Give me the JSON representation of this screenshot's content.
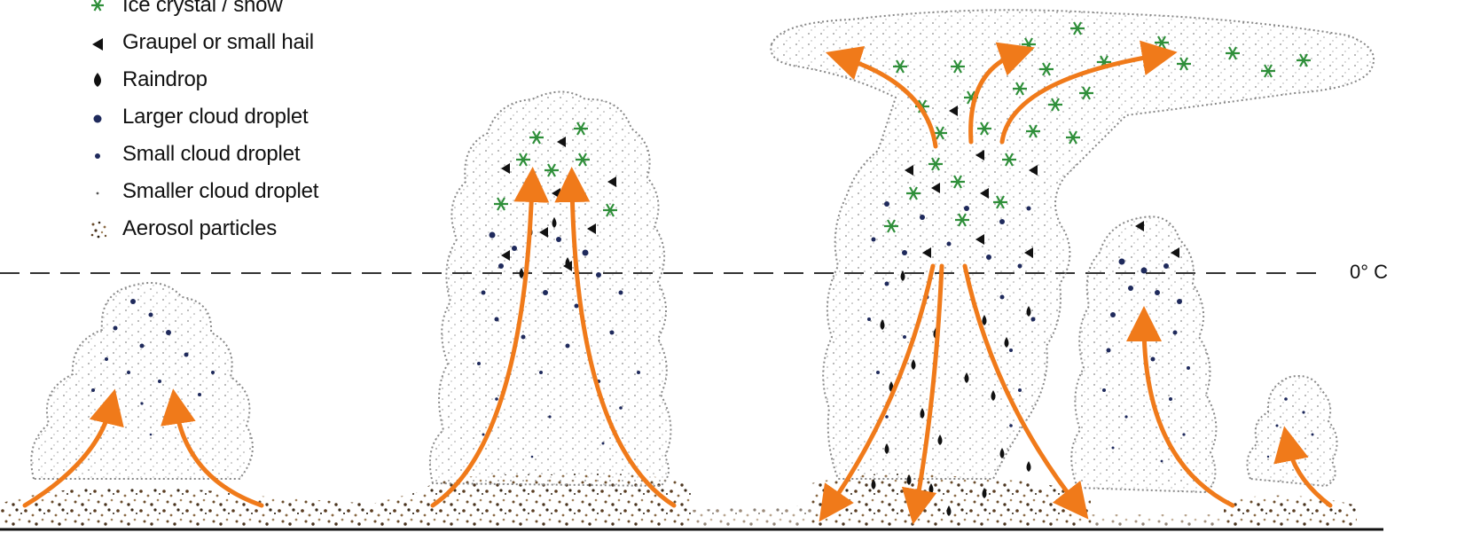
{
  "legend": {
    "items": [
      {
        "key": "ice",
        "label": "Ice crystal / snow",
        "icon": "green-asterisk",
        "color": "#2f8f3a"
      },
      {
        "key": "graupel",
        "label": "Graupel or small hail",
        "icon": "black-triangle",
        "color": "#111111"
      },
      {
        "key": "raindrop",
        "label": "Raindrop",
        "icon": "teardrop",
        "color": "#111111"
      },
      {
        "key": "larger",
        "label": "Larger cloud droplet",
        "icon": "navy-dot-large",
        "color": "#1f2a5c"
      },
      {
        "key": "small",
        "label": "Small cloud droplet",
        "icon": "navy-dot",
        "color": "#1f2a5c"
      },
      {
        "key": "smaller",
        "label": "Smaller cloud droplet",
        "icon": "tiny-dot",
        "color": "#555555"
      },
      {
        "key": "aerosol",
        "label": "Aerosol particles",
        "icon": "speckle",
        "color": "#6b4e2e"
      }
    ]
  },
  "freezing_level": {
    "label": "0° C"
  },
  "colors": {
    "updraft_arrow": "#f07a1a",
    "cloud_outline": "#777777",
    "ground_line": "#111111"
  }
}
